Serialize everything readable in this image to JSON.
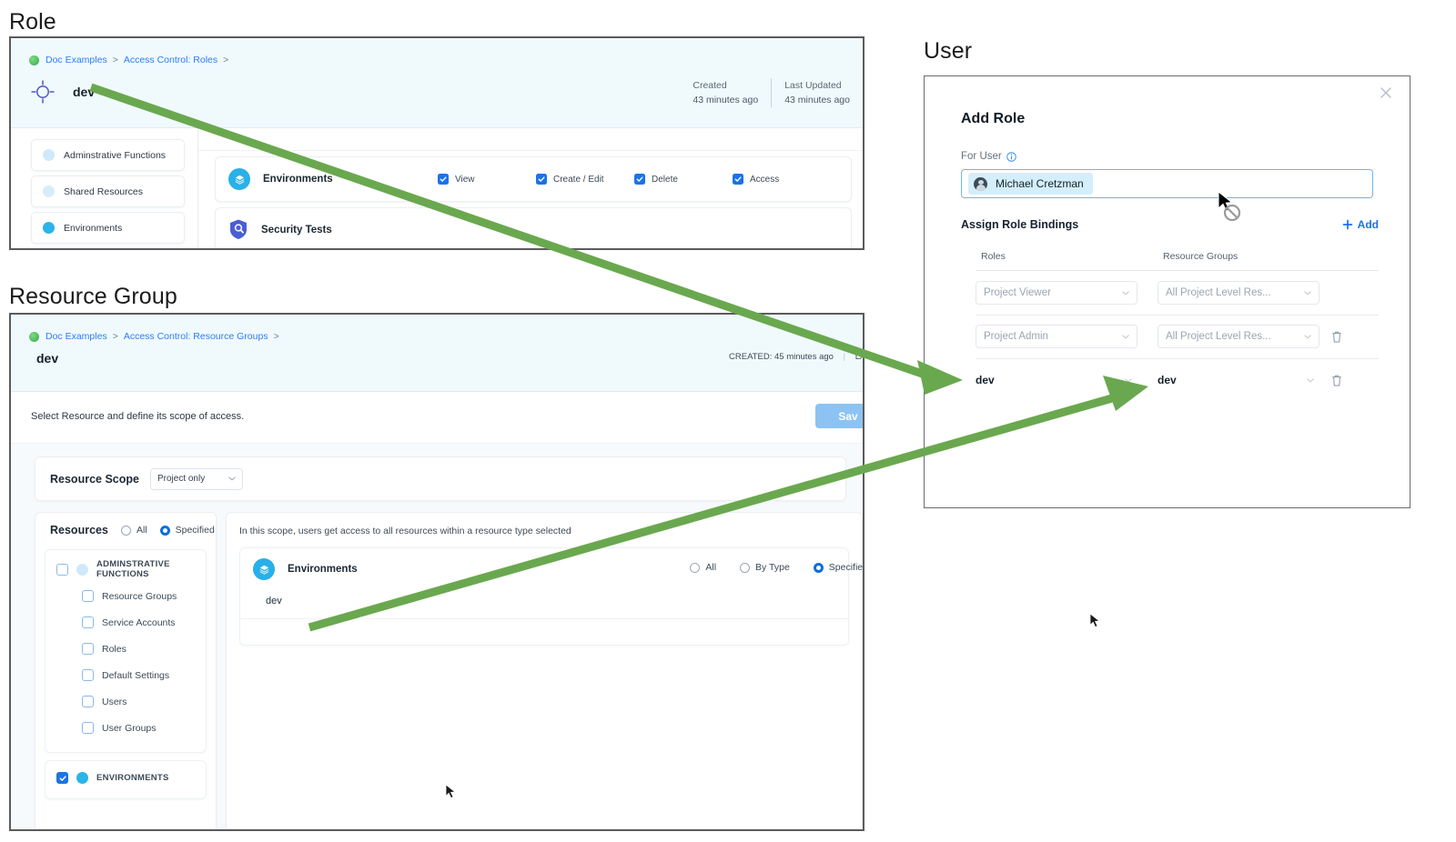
{
  "labels": {
    "role_section": "Role",
    "resource_group_section": "Resource Group",
    "user_section": "User"
  },
  "role_panel": {
    "breadcrumb": {
      "item1": "Doc Examples",
      "sep1": ">",
      "item2": "Access Control: Roles",
      "sep2": ">"
    },
    "title": "dev",
    "meta": {
      "created_label": "Created",
      "created_value": "43 minutes ago",
      "updated_label": "Last Updated",
      "updated_value": "43 minutes ago"
    },
    "sidebar": [
      {
        "label": "Adminstrative Functions",
        "icon": "pale-dot-icon"
      },
      {
        "label": "Shared Resources",
        "icon": "pale-dot-icon"
      },
      {
        "label": "Environments",
        "icon": "bright-dot-icon"
      }
    ],
    "rows": [
      {
        "name": "Environments",
        "icon": "environments-icon",
        "permissions": [
          {
            "label": "View",
            "checked": true
          },
          {
            "label": "Create / Edit",
            "checked": true
          },
          {
            "label": "Delete",
            "checked": true
          },
          {
            "label": "Access",
            "checked": true
          }
        ]
      },
      {
        "name": "Security Tests",
        "icon": "shield-icon",
        "permissions": []
      }
    ]
  },
  "resource_group_panel": {
    "breadcrumb": {
      "item1": "Doc Examples",
      "sep1": ">",
      "item2": "Access Control: Resource Groups",
      "sep2": ">"
    },
    "title": "dev",
    "meta": {
      "created": "CREATED: 45 minutes ago",
      "last_updated": "LAST UPD"
    },
    "subtitle": "Select Resource and define its scope of access.",
    "save_label": "Sav",
    "scope": {
      "label": "Resource Scope",
      "value": "Project only"
    },
    "resources": {
      "label": "Resources",
      "options": [
        {
          "label": "All",
          "selected": false
        },
        {
          "label": "Specified",
          "selected": true
        }
      ],
      "groups": [
        {
          "name": "ADMINSTRATIVE FUNCTIONS",
          "checked": false,
          "items": [
            {
              "label": "Resource Groups",
              "checked": false
            },
            {
              "label": "Service Accounts",
              "checked": false
            },
            {
              "label": "Roles",
              "checked": false
            },
            {
              "label": "Default Settings",
              "checked": false
            },
            {
              "label": "Users",
              "checked": false
            },
            {
              "label": "User Groups",
              "checked": false
            }
          ]
        },
        {
          "name": "ENVIRONMENTS",
          "checked": true,
          "items": []
        }
      ]
    },
    "scope_detail": {
      "note": "In this scope, users get access to all resources within a resource type selected",
      "card_title": "Environments",
      "options": [
        {
          "label": "All",
          "selected": false
        },
        {
          "label": "By Type",
          "selected": false
        },
        {
          "label": "Specified",
          "selected": true
        }
      ],
      "items": [
        "dev"
      ]
    }
  },
  "user_dialog": {
    "title": "Add Role",
    "close_icon": "close-icon",
    "for_user_label": "For User",
    "info_icon": "info-icon",
    "selected_user": "Michael Cretzman",
    "bindings_title": "Assign Role Bindings",
    "add_label": "Add",
    "columns": {
      "roles": "Roles",
      "resource_groups": "Resource Groups"
    },
    "rows": [
      {
        "role": "Project Viewer",
        "resource_group": "All Project Level Res...",
        "deletable": false,
        "placeholder_style": true
      },
      {
        "role": "Project Admin",
        "resource_group": "All Project Level Res...",
        "deletable": true,
        "placeholder_style": true
      },
      {
        "role": "dev",
        "resource_group": "dev",
        "deletable": true,
        "placeholder_style": false
      }
    ]
  },
  "colors": {
    "arrow_green": "#6aa84f",
    "link_blue": "#2e7cf6",
    "accent_blue": "#1a73e8",
    "header_bg": "#f0fafd",
    "cyan_icon": "#29b0e8"
  }
}
